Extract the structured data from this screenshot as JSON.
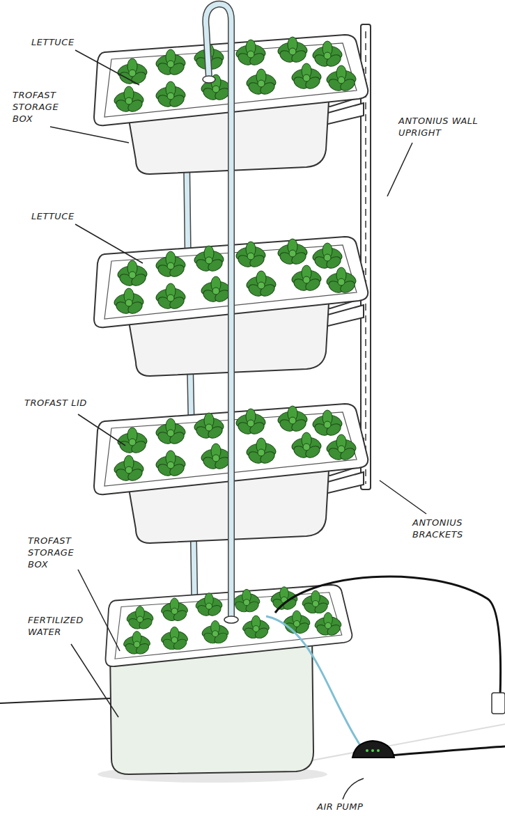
{
  "diagram": {
    "labels": [
      "LETTUCE",
      "TROFAST STORAGE BOX",
      "ANTONIUS WALL UPRIGHT",
      "LETTUCE",
      "TROFAST LID",
      "ANTONIUS BRACKETS",
      "TROFAST STORAGE BOX",
      "FERTILIZED WATER",
      "AIR PUMP"
    ]
  }
}
